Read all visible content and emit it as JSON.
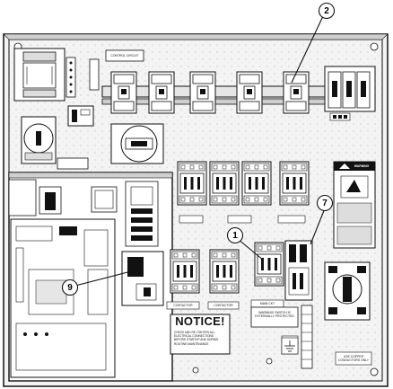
{
  "callouts": {
    "c1": "1",
    "c2": "2",
    "c7": "7",
    "c9": "9"
  },
  "labels": {
    "control_circuit": "CONTROL CIRCUIT",
    "contactor_low_1": "CONTACTOR",
    "contactor_low_2": "CONTACTOR",
    "main_ckt": "MAIN CKT",
    "warning_title": "WARNING",
    "warning_label": "WARNING",
    "use_copper": "USE COPPER\nCONDUCTORS ONLY",
    "lower_warning": "WARNING! SWITCH IS\nEXTERNALLY PROTECTED"
  },
  "notice": {
    "title": "NOTICE!",
    "body": "CHECK AND RE-TIGHTEN ALL\nELECTRICAL CONNECTIONS\nBEFORE STARTUP AND DURING\nROUTINE MAINTENANCE"
  },
  "colors": {
    "ink": "#111111",
    "panel": "#ffffff",
    "shade": "#d9d9d9",
    "dots": "#e6e6e6"
  }
}
